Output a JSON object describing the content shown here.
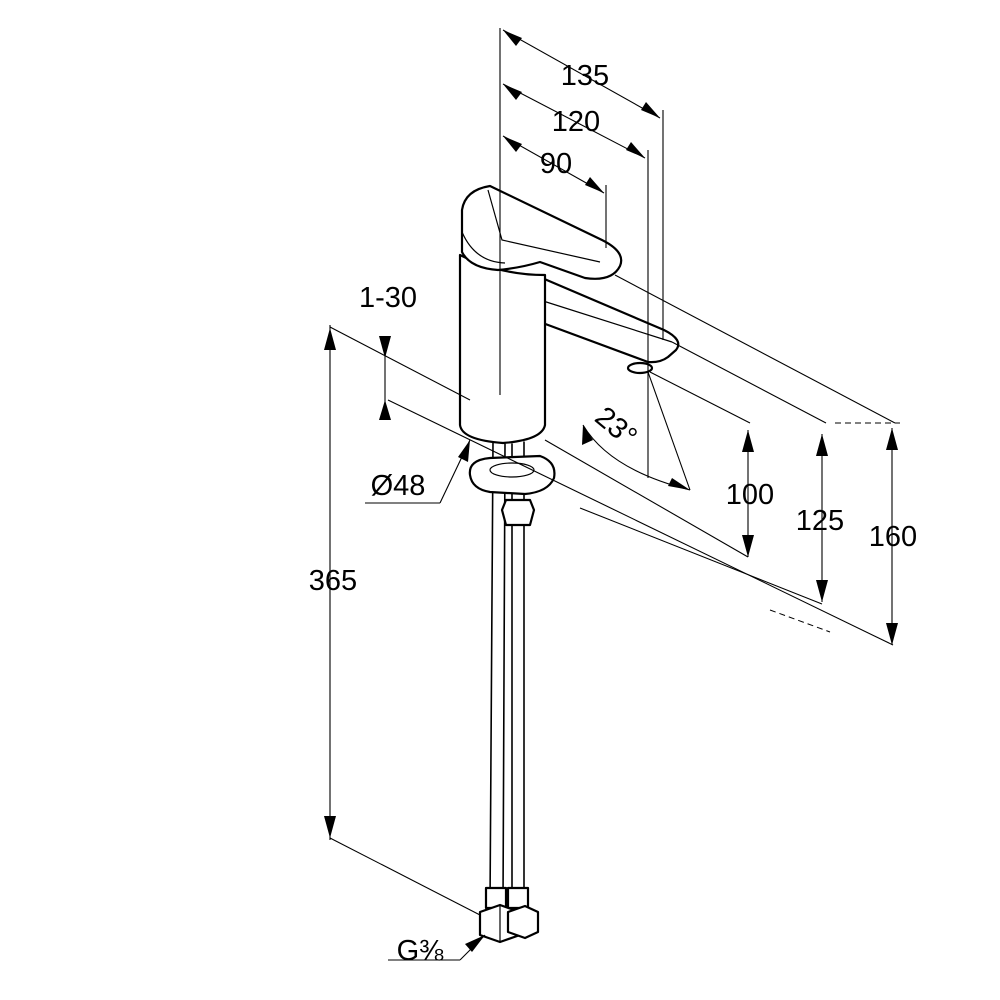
{
  "dimensions": {
    "overall_length": "135",
    "length_to_spout_end": "120",
    "lever_length": "90",
    "base_thickness": "1-30",
    "base_diameter": "Ø48",
    "total_height": "365",
    "spout_height": "100",
    "spout_outlet_height": "125",
    "overall_height": "160",
    "lever_angle": "23°",
    "connection": "G⅜"
  }
}
